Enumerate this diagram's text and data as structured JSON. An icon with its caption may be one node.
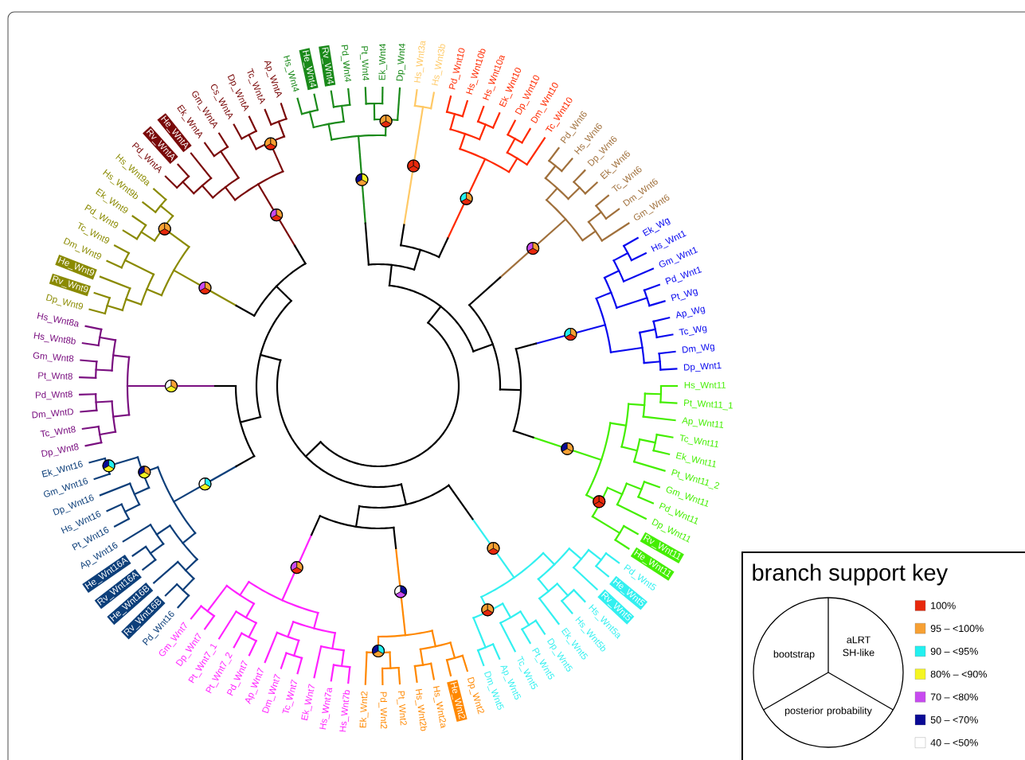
{
  "diagram": {
    "nodes": [
      {
        "text": [
          "branch support key"
        ]
      },
      {
        "text": [
          "bootstrap",
          "aLRT SH-like",
          "posterior probability"
        ],
        "in": 0
      }
    ],
    "labels": [
      "Hs_Wnt4",
      "He_Wnt4",
      "Rv_Wnt4",
      "Pd_Wnt4",
      "Pt_Wnt4",
      "Ek_Wnt4",
      "Dp_Wnt4",
      "Hs_Wnt3a",
      "Hs_Wnt3b",
      "Pd_Wnt10",
      "Hs_Wnt10b",
      "Hs_Wnt10a",
      "Ek_Wnt10",
      "Dp_Wnt10",
      "Dm_Wnt10",
      "Tc_Wnt10",
      "Pd_Wnt6",
      "Hs_Wnt6",
      "Dp_Wnt6",
      "Ek_Wnt6",
      "Tc_Wnt6",
      "Dm_Wnt6",
      "Gm_Wnt6",
      "Ek_Wg",
      "Hs_Wnt1",
      "Gm_Wnt1",
      "Pd_Wnt1",
      "Pt_Wg",
      "Ap_Wg",
      "Tc_Wg",
      "Dm_Wg",
      "Dp_Wnt1",
      "Hs_Wnt11",
      "Pt_Wnt11_1",
      "Ap_Wnt11",
      "Tc_Wnt11",
      "Ek_Wnt11",
      "Pt_Wnt11_2",
      "Gm_Wnt11",
      "Pd_Wnt11",
      "Dp_Wnt11",
      "Rv_Wnt11",
      "He_Wnt11",
      "Pd_Wnt5",
      "He_Wnt5",
      "Rv_Wnt5",
      "Hs_Wnt5a",
      "Hs_Wnt5b",
      "Ek_Wnt5",
      "Dp_Wnt5",
      "Pt_Wnt5",
      "Tc_Wnt5",
      "Ap_Wnt5",
      "Dm_Wnt5",
      "Gm_Wnt7",
      "Dp_Wnt7",
      "Pt_Wnt7_1",
      "Pt_Wnt7_2",
      "Pd_Wnt7",
      "Ap_Wnt7",
      "Dm_Wnt7",
      "Tc_Wnt7",
      "Ek_Wnt7",
      "Hs_Wnt7a",
      "Hs_Wnt7b",
      "Ek_Wnt2",
      "Pd_Wnt2",
      "Pt_Wnt2",
      "Hs_Wnt2b",
      "Hs_Wnt2a",
      "He_Wnt2",
      "Dp_Wnt2",
      "Pd_Wnt16",
      "Rv_Wnt16B",
      "He_Wnt16B",
      "Rv_Wnt16A",
      "He_Wnt16A",
      "Ap_Wnt16",
      "Pt_Wnt16",
      "Hs_Wnt16",
      "Dp_Wnt16",
      "Gm_Wnt16",
      "Ek_Wnt16",
      "Dp_Wnt8",
      "Tc_Wnt8",
      "Dm_WntD",
      "Pd_Wnt8",
      "Pt_Wnt8",
      "Gm_Wnt8",
      "Hs_Wnt8b",
      "Hs_Wnt8a",
      "Dp_Wnt9",
      "Rv_Wnt9",
      "He_Wnt9",
      "Dm_Wnt9",
      "Tc_Wnt9",
      "Pd_Wnt9",
      "Ek_Wnt9",
      "Hs_Wnt9b",
      "Hs_Wnt9a",
      "Pd_WntA",
      "Rv_WntA",
      "He_WntA",
      "Ek_WntA",
      "Gm_WntA",
      "Cs_WntA",
      "Dp_WntA",
      "Tc_WntA",
      "Ap_WntA"
    ],
    "legend": [
      {
        "text": "100%",
        "color": "#e8280c"
      },
      {
        "text": "95 – <100%",
        "color": "#f7a033"
      },
      {
        "text": "90 – <95%",
        "color": "#22f0f0"
      },
      {
        "text": "80% – <90%",
        "color": "#f5f522"
      },
      {
        "text": "70 – <80%",
        "color": "#c84af0"
      },
      {
        "text": "50 – <70%",
        "color": "#0a0a96"
      },
      {
        "text": "40 – <50%",
        "color": "#ffffff"
      }
    ]
  }
}
